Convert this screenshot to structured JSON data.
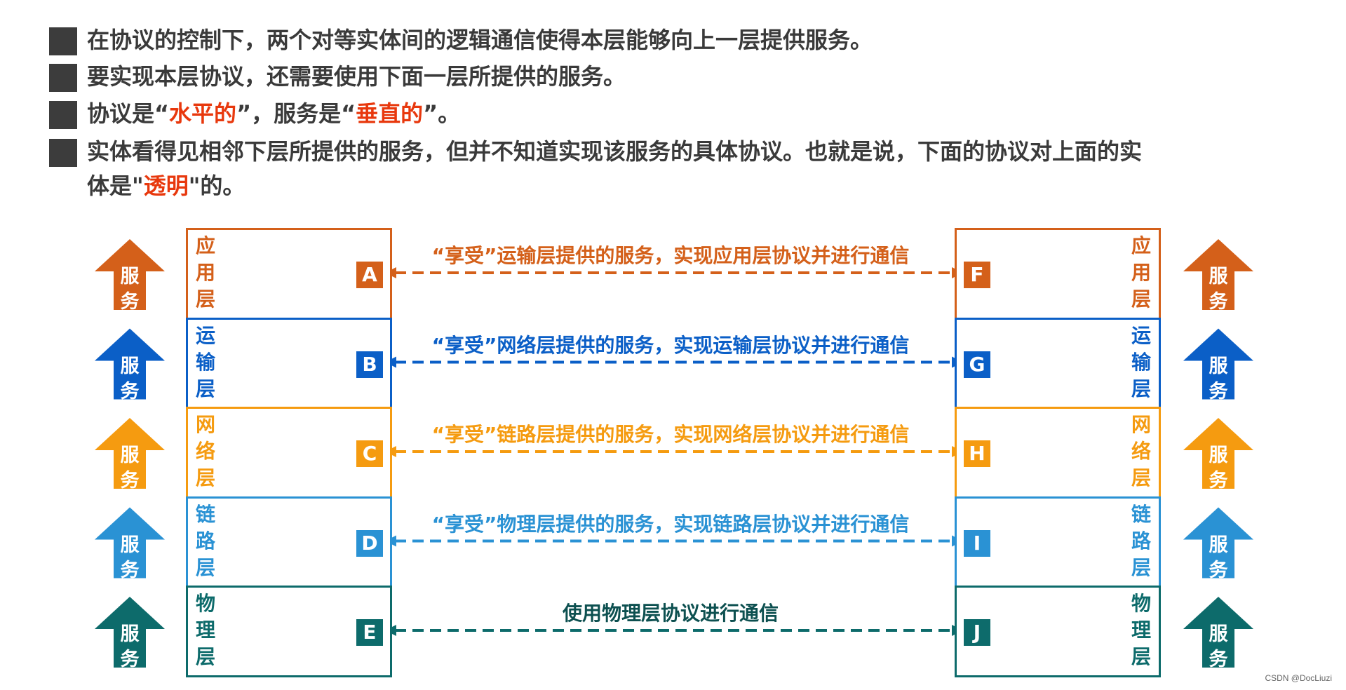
{
  "bullets": [
    {
      "parts": [
        {
          "t": "在协议的控制下，两个对等实体间的逻辑通信使得本层能够向上一层提供服务。"
        }
      ]
    },
    {
      "parts": [
        {
          "t": "要实现本层协议，还需要使用下面一层所提供的服务。"
        }
      ]
    },
    {
      "parts": [
        {
          "t": "协议是“"
        },
        {
          "t": "水平的",
          "red": true
        },
        {
          "t": "”，服务是“"
        },
        {
          "t": "垂直的",
          "red": true
        },
        {
          "t": "”。"
        }
      ]
    },
    {
      "parts": [
        {
          "t": "实体看得见相邻下层所提供的服务，但并不知道实现该服务的具体协议。也就是说，下面的协议对上面的实"
        }
      ]
    },
    {
      "parts": [
        {
          "t": "体是\""
        },
        {
          "t": "透明",
          "red": true
        },
        {
          "t": "\"的。"
        }
      ]
    }
  ],
  "layers": [
    {
      "name": [
        "应",
        "用",
        "层"
      ],
      "left_entity": "A",
      "right_entity": "F",
      "message": "“享受”运输层提供的服务，实现应用层协议并进行通信",
      "service": [
        "服",
        "务"
      ],
      "color": "#d4601a"
    },
    {
      "name": [
        "运",
        "输",
        "层"
      ],
      "left_entity": "B",
      "right_entity": "G",
      "message": "“享受”网络层提供的服务，实现运输层协议并进行通信",
      "service": [
        "服",
        "务"
      ],
      "color": "#0b5fc7"
    },
    {
      "name": [
        "网",
        "络",
        "层"
      ],
      "left_entity": "C",
      "right_entity": "H",
      "message": "“享受”链路层提供的服务，实现网络层协议并进行通信",
      "service": [
        "服",
        "务"
      ],
      "color": "#f59b10"
    },
    {
      "name": [
        "链",
        "路",
        "层"
      ],
      "left_entity": "D",
      "right_entity": "I",
      "message": "“享受”物理层提供的服务，实现链路层协议并进行通信",
      "service": [
        "服",
        "务"
      ],
      "color": "#2a92d4"
    },
    {
      "name": [
        "物",
        "理",
        "层"
      ],
      "left_entity": "E",
      "right_entity": "J",
      "message": "使用物理层协议进行通信",
      "service": [
        "服",
        "务"
      ],
      "color": "#0d6b6b"
    }
  ],
  "watermark": "CSDN @DocLiuzi",
  "colors": {
    "text": "#3a3a3a",
    "highlight": "#e8380d",
    "message_physical": "#0d5050"
  }
}
